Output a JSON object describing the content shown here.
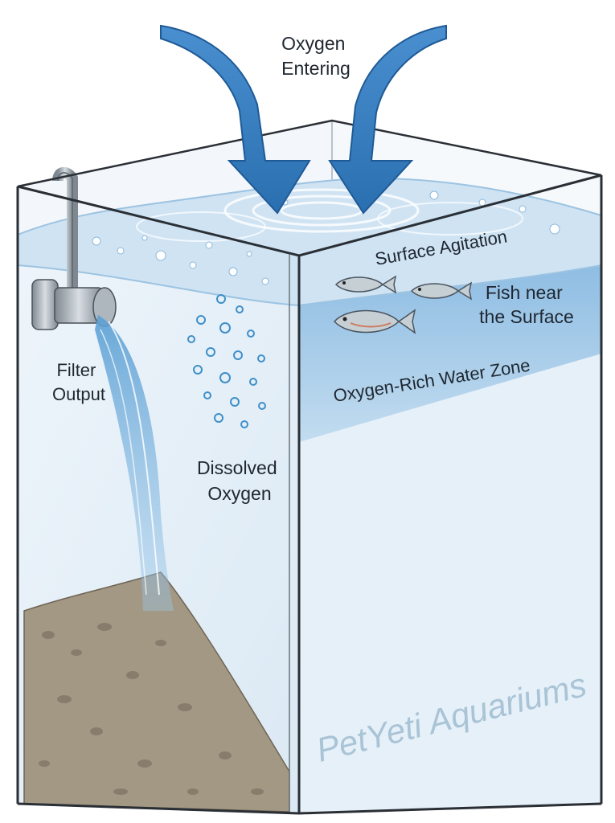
{
  "labels": {
    "oxygen_entering": [
      "Oxygen",
      "Entering"
    ],
    "surface_agitation": "Surface Agitation",
    "fish_near_surface": [
      "Fish near",
      "the Surface"
    ],
    "oxygen_rich_zone": "Oxygen-Rich Water Zone",
    "filter_output": [
      "Filter",
      "Output"
    ],
    "dissolved_oxygen": [
      "Dissolved",
      "Oxygen"
    ]
  },
  "watermark": "PetYeti Aquariums",
  "colors": {
    "arrow": "#3a7fc1",
    "arrow_dark": "#1f5a96",
    "water": "#dcebf6",
    "oxygen_zone": "#a9cce8",
    "glass_edge": "#2a2f35",
    "gravel": "#9a8f7e",
    "bubble": "#5aa0d0",
    "fish": "#b9c3c7"
  },
  "icons": [
    "down-arrow-icon",
    "fish-icon",
    "bubble-icon",
    "filter-nozzle-icon"
  ]
}
